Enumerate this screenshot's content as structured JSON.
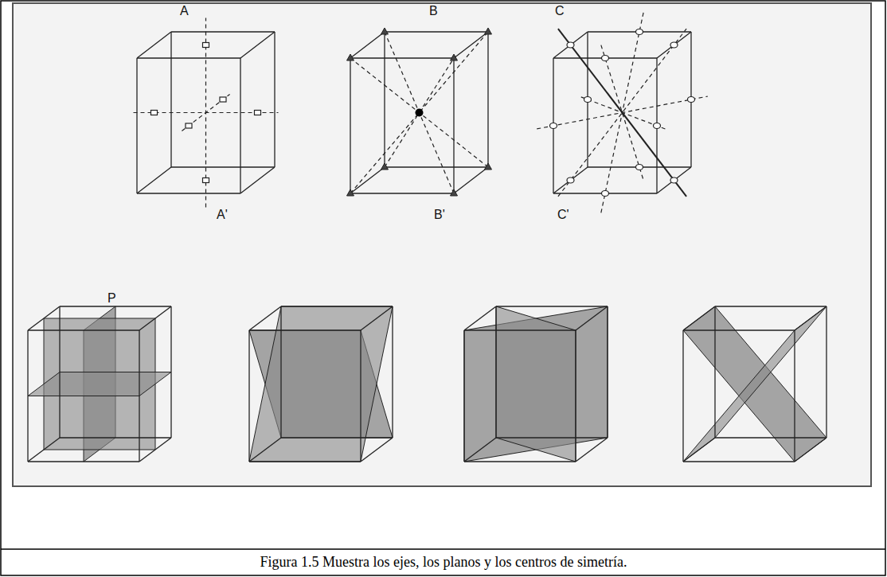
{
  "diagram": {
    "caption": "Figura 1.5 Muestra los ejes, los planos y los centros de simetría.",
    "labels": [
      "A",
      "B",
      "C",
      "A'",
      "B'",
      "C'",
      "P"
    ]
  }
}
